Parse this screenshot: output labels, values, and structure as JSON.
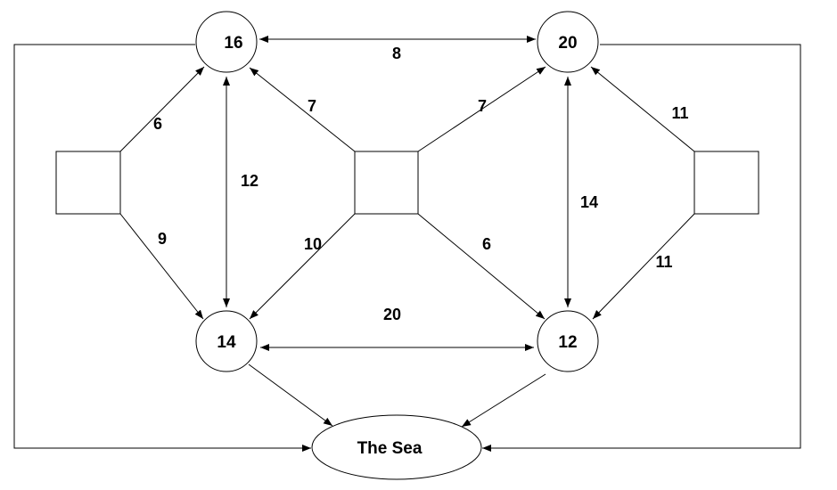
{
  "nodes": {
    "top_left": "16",
    "top_right": "20",
    "bottom_left": "14",
    "bottom_right": "12",
    "sea": "The Sea"
  },
  "edges": {
    "top_horizontal": "8",
    "left_box_to_16": "6",
    "left_box_to_14": "9",
    "vertical_16_14": "12",
    "middle_box_to_16": "7",
    "middle_box_to_20": "7",
    "middle_box_to_14": "10",
    "middle_box_to_12": "6",
    "vertical_20_12": "14",
    "right_box_to_20": "11",
    "right_box_to_12": "11",
    "bottom_horizontal": "20"
  }
}
